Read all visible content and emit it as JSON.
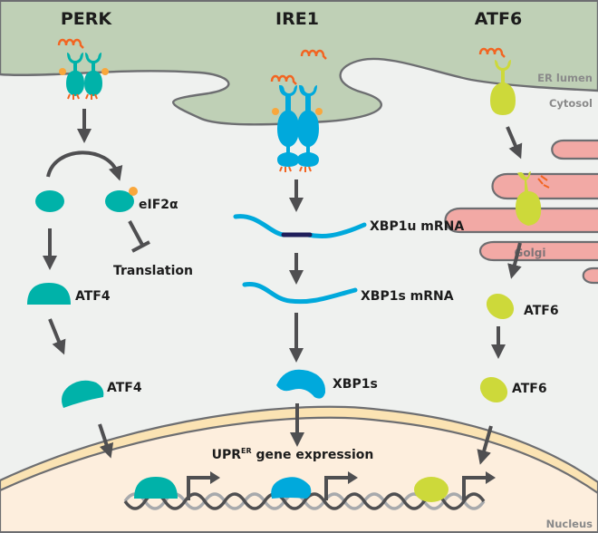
{
  "pathways": {
    "perk": {
      "title": "PERK",
      "eif2a_label": "eIF2α",
      "translation_label": "Translation",
      "atf4_cyto_label": "ATF4",
      "atf4_nuc_label": "ATF4"
    },
    "ire1": {
      "title": "IRE1",
      "xbp1u_label": "XBP1u mRNA",
      "xbp1s_mrna_label": "XBP1s mRNA",
      "xbp1s_protein_label": "XBP1s"
    },
    "atf6": {
      "title": "ATF6",
      "atf6_cleaved_label": "ATF6",
      "atf6_nuc_label": "ATF6"
    }
  },
  "regions": {
    "er_lumen": "ER lumen",
    "cytosol": "Cytosol",
    "golgi": "Golgi",
    "nucleus": "Nucleus"
  },
  "gene_expression": {
    "label_main": "UPR",
    "label_sup": "ER",
    "label_rest": " gene expression"
  },
  "colors": {
    "er": "#bfd0b6",
    "cytosol": "#eff1ef",
    "nucleus": "#fdeedd",
    "nuclear_envelope": "#fbe3b3",
    "golgi": "#f2a9a5",
    "perk_teal": "#00b2a9",
    "ire1_blue": "#00a9dc",
    "atf6_lime": "#cdd93a",
    "misfolded_orange": "#f26522",
    "phosphate": "#f9a73c",
    "splice_dark": "#1f1e5a",
    "membrane": "#6d6e71"
  }
}
